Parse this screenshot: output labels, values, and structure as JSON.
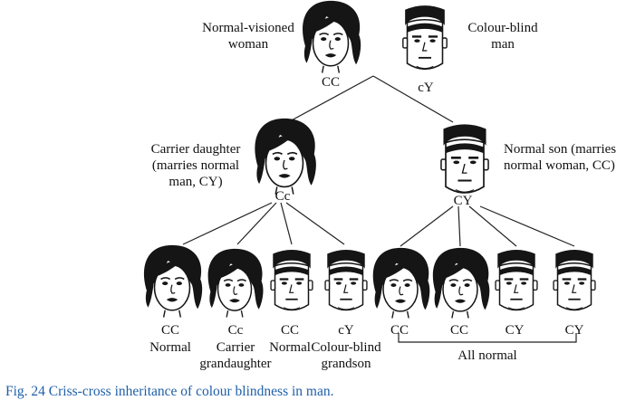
{
  "generation0": {
    "mother": {
      "label_lines": [
        "Normal-visioned",
        "woman"
      ],
      "genotype": "CC"
    },
    "father": {
      "label_lines": [
        "Colour-blind",
        "man"
      ],
      "genotype": "cY"
    }
  },
  "generation1": {
    "daughter": {
      "label_lines": [
        "Carrier daughter",
        "(marries normal",
        "man, CY)"
      ],
      "genotype": "Cc"
    },
    "son": {
      "label_lines": [
        "Normal son (marries",
        "normal woman, CC)"
      ],
      "genotype": "CY"
    }
  },
  "generation2": {
    "children": [
      {
        "genotype": "CC",
        "label_lines": [
          "Normal"
        ]
      },
      {
        "genotype": "Cc",
        "label_lines": [
          "Carrier",
          "grandaughter"
        ]
      },
      {
        "genotype": "CC",
        "label_lines": [
          "Normal"
        ]
      },
      {
        "genotype": "cY",
        "label_lines": [
          "Colour-blind",
          "grandson"
        ]
      },
      {
        "genotype": "CC",
        "label_lines": []
      },
      {
        "genotype": "CC",
        "label_lines": []
      },
      {
        "genotype": "CY",
        "label_lines": []
      },
      {
        "genotype": "CY",
        "label_lines": []
      }
    ],
    "bracket_label": "All normal"
  },
  "caption": "Fig. 24 Criss-cross inheritance of colour blindness in man.",
  "colors": {
    "caption": "#1f5fa8",
    "ink": "#111111"
  }
}
